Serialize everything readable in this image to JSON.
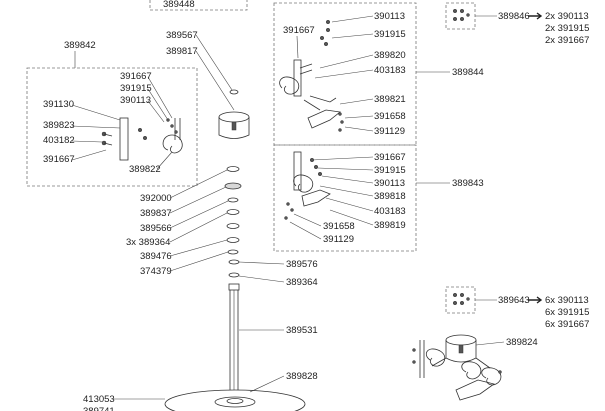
{
  "labels": {
    "p389448": "389448",
    "p389842": "389842",
    "p389567": "389567",
    "p389817": "389817",
    "b391667": "391667",
    "b391915": "391915",
    "b390113": "390113",
    "b391130": "391130",
    "b389823": "389823",
    "b403182": "403182",
    "b391667b": "391667",
    "b389822": "389822",
    "s392000": "392000",
    "s389837": "389837",
    "s389566": "389566",
    "s389364": "3x 389364",
    "s389476": "389476",
    "s374379": "374379",
    "s389576": "389576",
    "s389364b": "389364",
    "s389531": "389531",
    "s389828": "389828",
    "s413053": "413053",
    "r391667": "391667",
    "r390113": "390113",
    "r391915": "391915",
    "r389820": "389820",
    "r403183": "403183",
    "r389821": "389821",
    "r391658": "391658",
    "r391129": "391129",
    "r389844": "389844",
    "m391667": "391667",
    "m391915": "391915",
    "m390113": "390113",
    "m389818": "389818",
    "m403183": "403183",
    "m389819": "389819",
    "m391658": "391658",
    "m391129": "391129",
    "m389843": "389843",
    "k389846": "389846",
    "k389846_l1": "2x 390113",
    "k389846_l2": "2x 391915",
    "k389846_l3": "2x 391667",
    "k389643": "389643",
    "k389643_l1": "6x 390113",
    "k389643_l2": "6x 391915",
    "k389643_l3": "6x 391667",
    "k389824": "389824"
  }
}
